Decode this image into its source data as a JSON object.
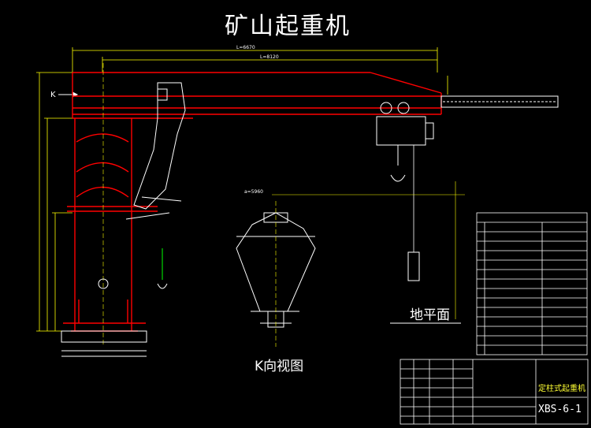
{
  "title": "矿山起重机",
  "k_view_label": "K向视图",
  "ground_label": "地平面",
  "k_arrow_label": "K",
  "drawing_number": "XBS-6-1",
  "drawing_name": "定柱式起重机",
  "dimensions": {
    "overall_length": "L=6670",
    "span": "L=8120",
    "base_offset": "a=5960"
  },
  "colors": {
    "background": "#000000",
    "structure": "#ff0000",
    "hoist": "#ffffff",
    "dimension": "#ffff00",
    "table_grid": "#ffffff",
    "table_text": "#00ff00",
    "centerline": "#ffff00"
  }
}
